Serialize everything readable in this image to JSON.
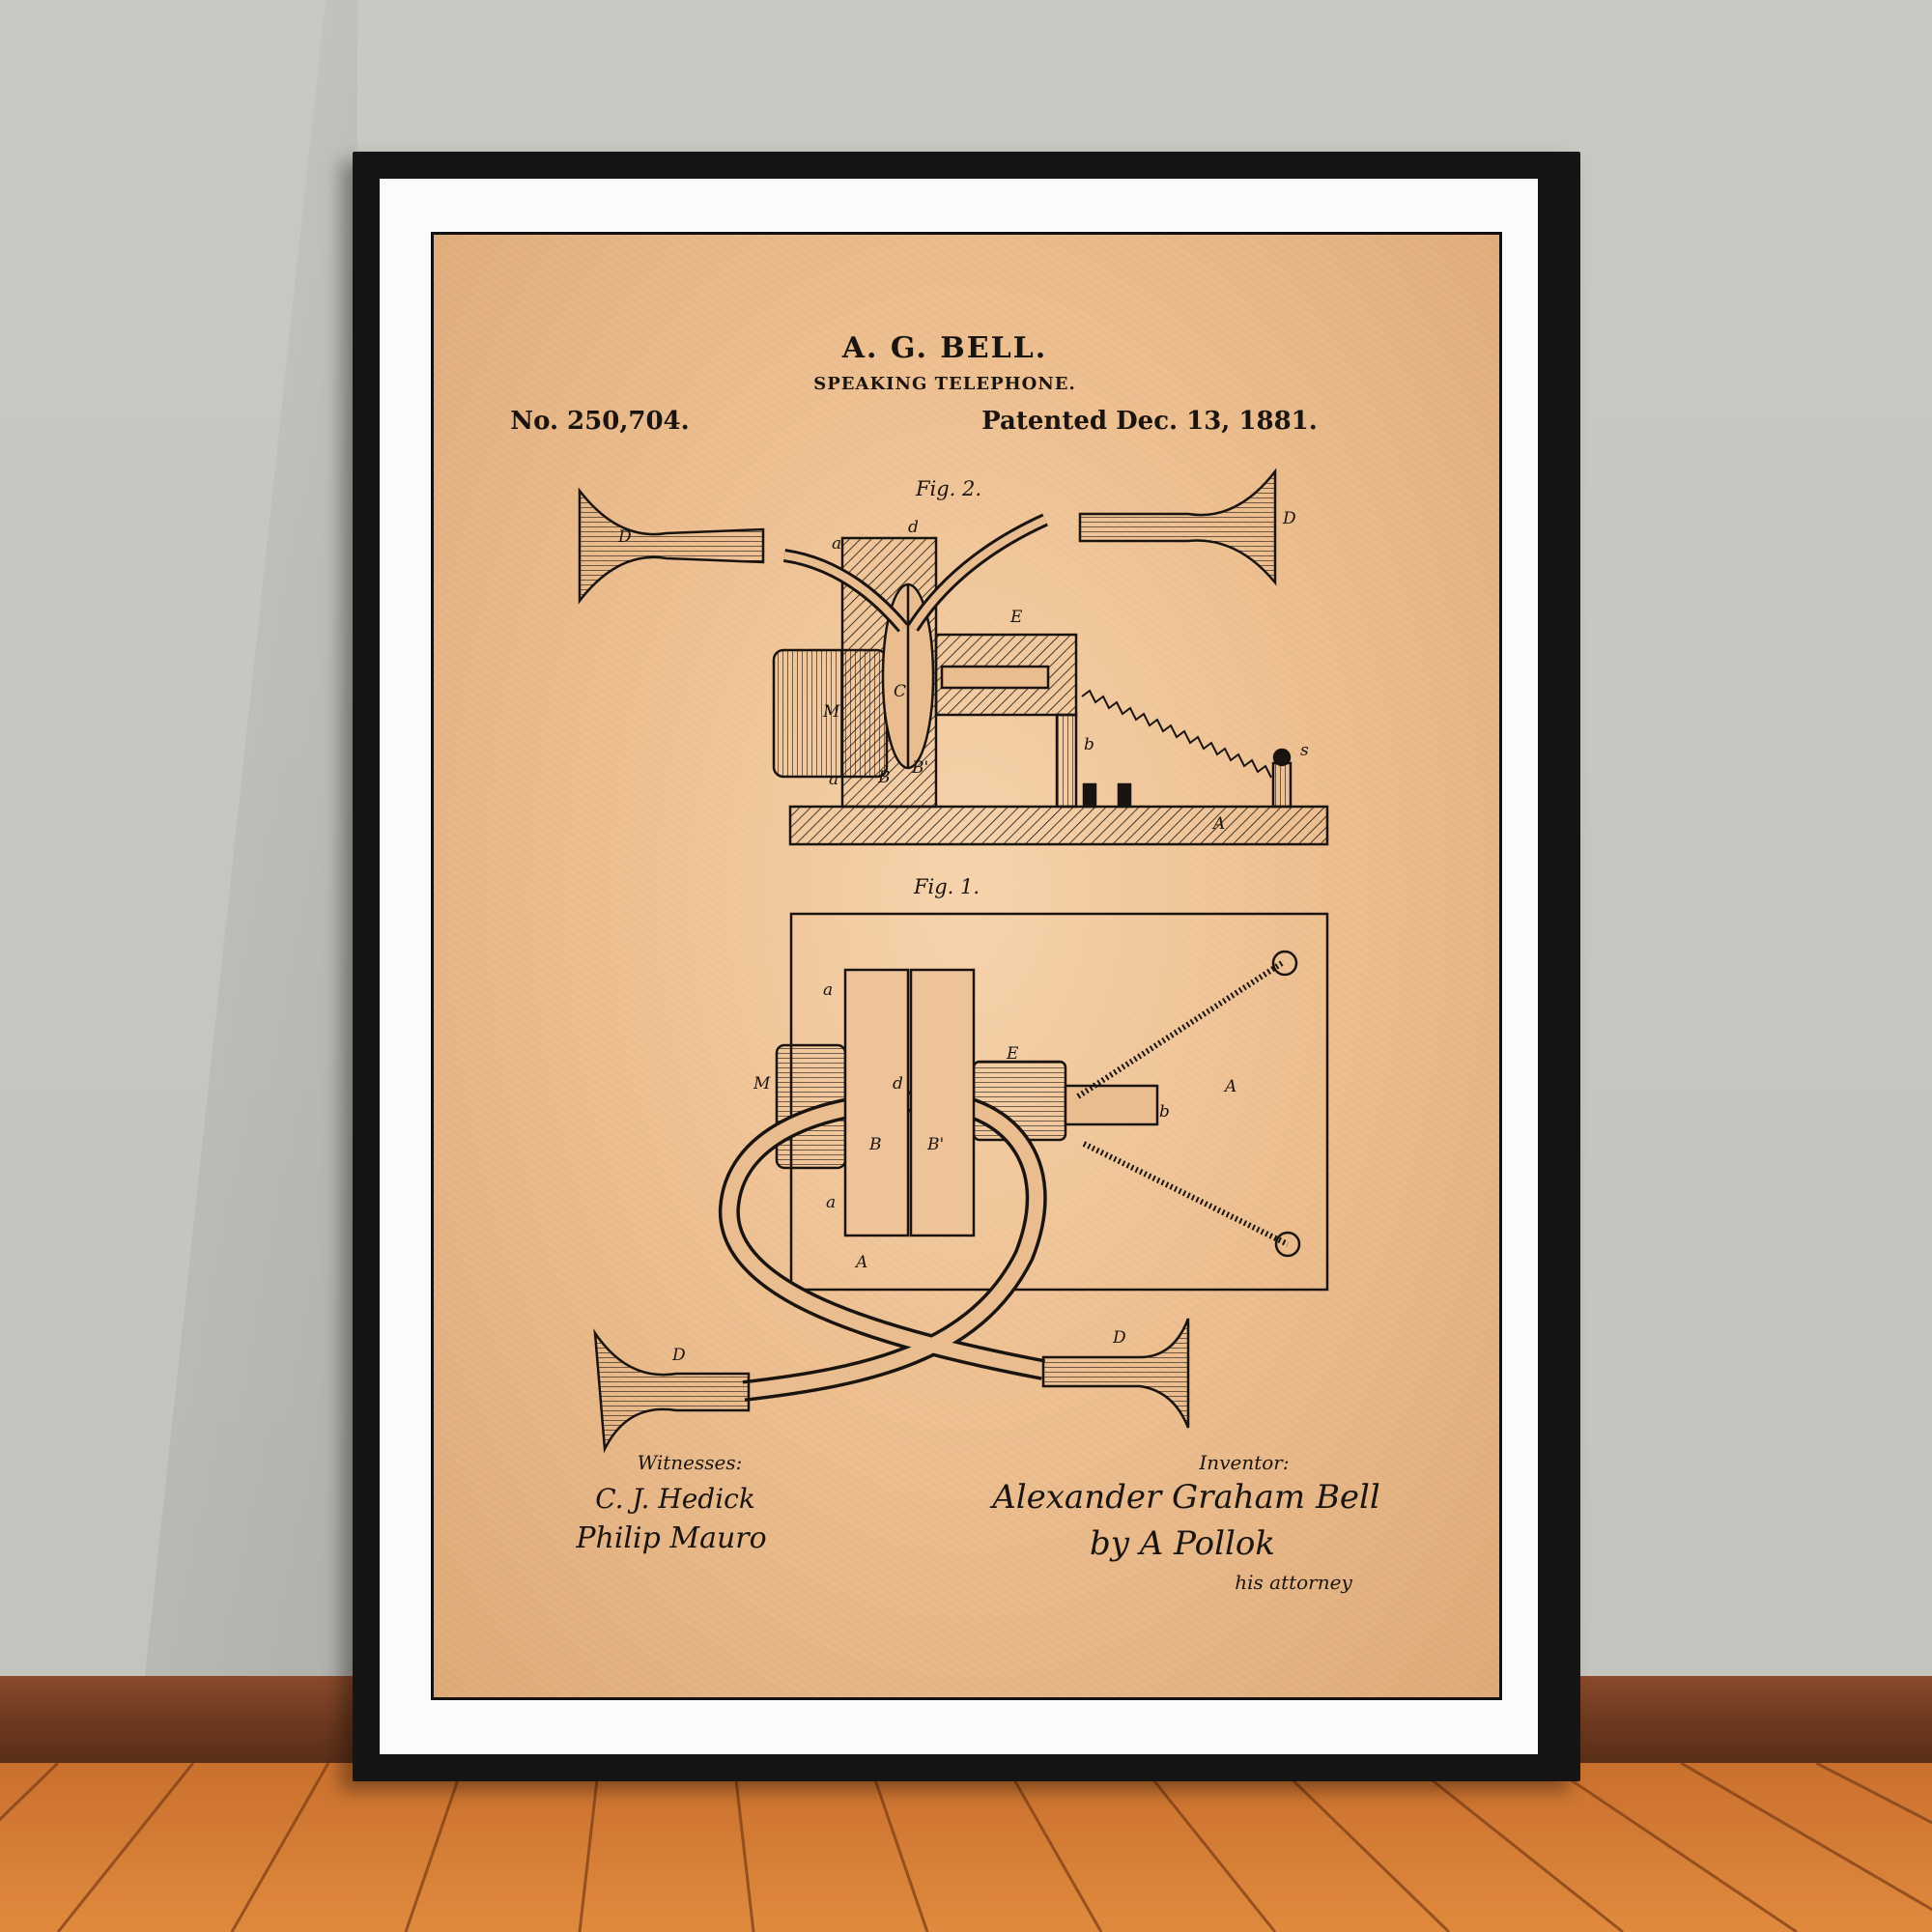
{
  "poster": {
    "title": "A. G. BELL.",
    "subtitle": "SPEAKING TELEPHONE.",
    "patent_number": "No. 250,704.",
    "patent_date": "Patented Dec. 13, 1881.",
    "fig2": {
      "caption": "Fig. 2.",
      "labels": [
        "a",
        "d",
        "E",
        "C",
        "M",
        "b",
        "s",
        "a",
        "B",
        "B'",
        "A",
        "D",
        "D"
      ]
    },
    "fig1": {
      "caption": "Fig. 1.",
      "labels": [
        "a",
        "E",
        "M",
        "d",
        "b",
        "A",
        "B",
        "B'",
        "a",
        "A",
        "D",
        "D"
      ]
    },
    "witnesses_label": "Witnesses:",
    "witness_1": "C. J. Hedick",
    "witness_2": "Philip Mauro",
    "inventor_label": "Inventor:",
    "inventor_signature": "Alexander Graham Bell",
    "attorney_signature": "by A Pollok",
    "attorney_label": "his attorney"
  },
  "colors": {
    "wall": "#c7c6c1",
    "frame": "#151515",
    "mat": "#fbfbfa",
    "paper": "#eab98a",
    "ink": "#1a1410",
    "floor": "#d47a35",
    "baseboard": "#6e3a20"
  }
}
